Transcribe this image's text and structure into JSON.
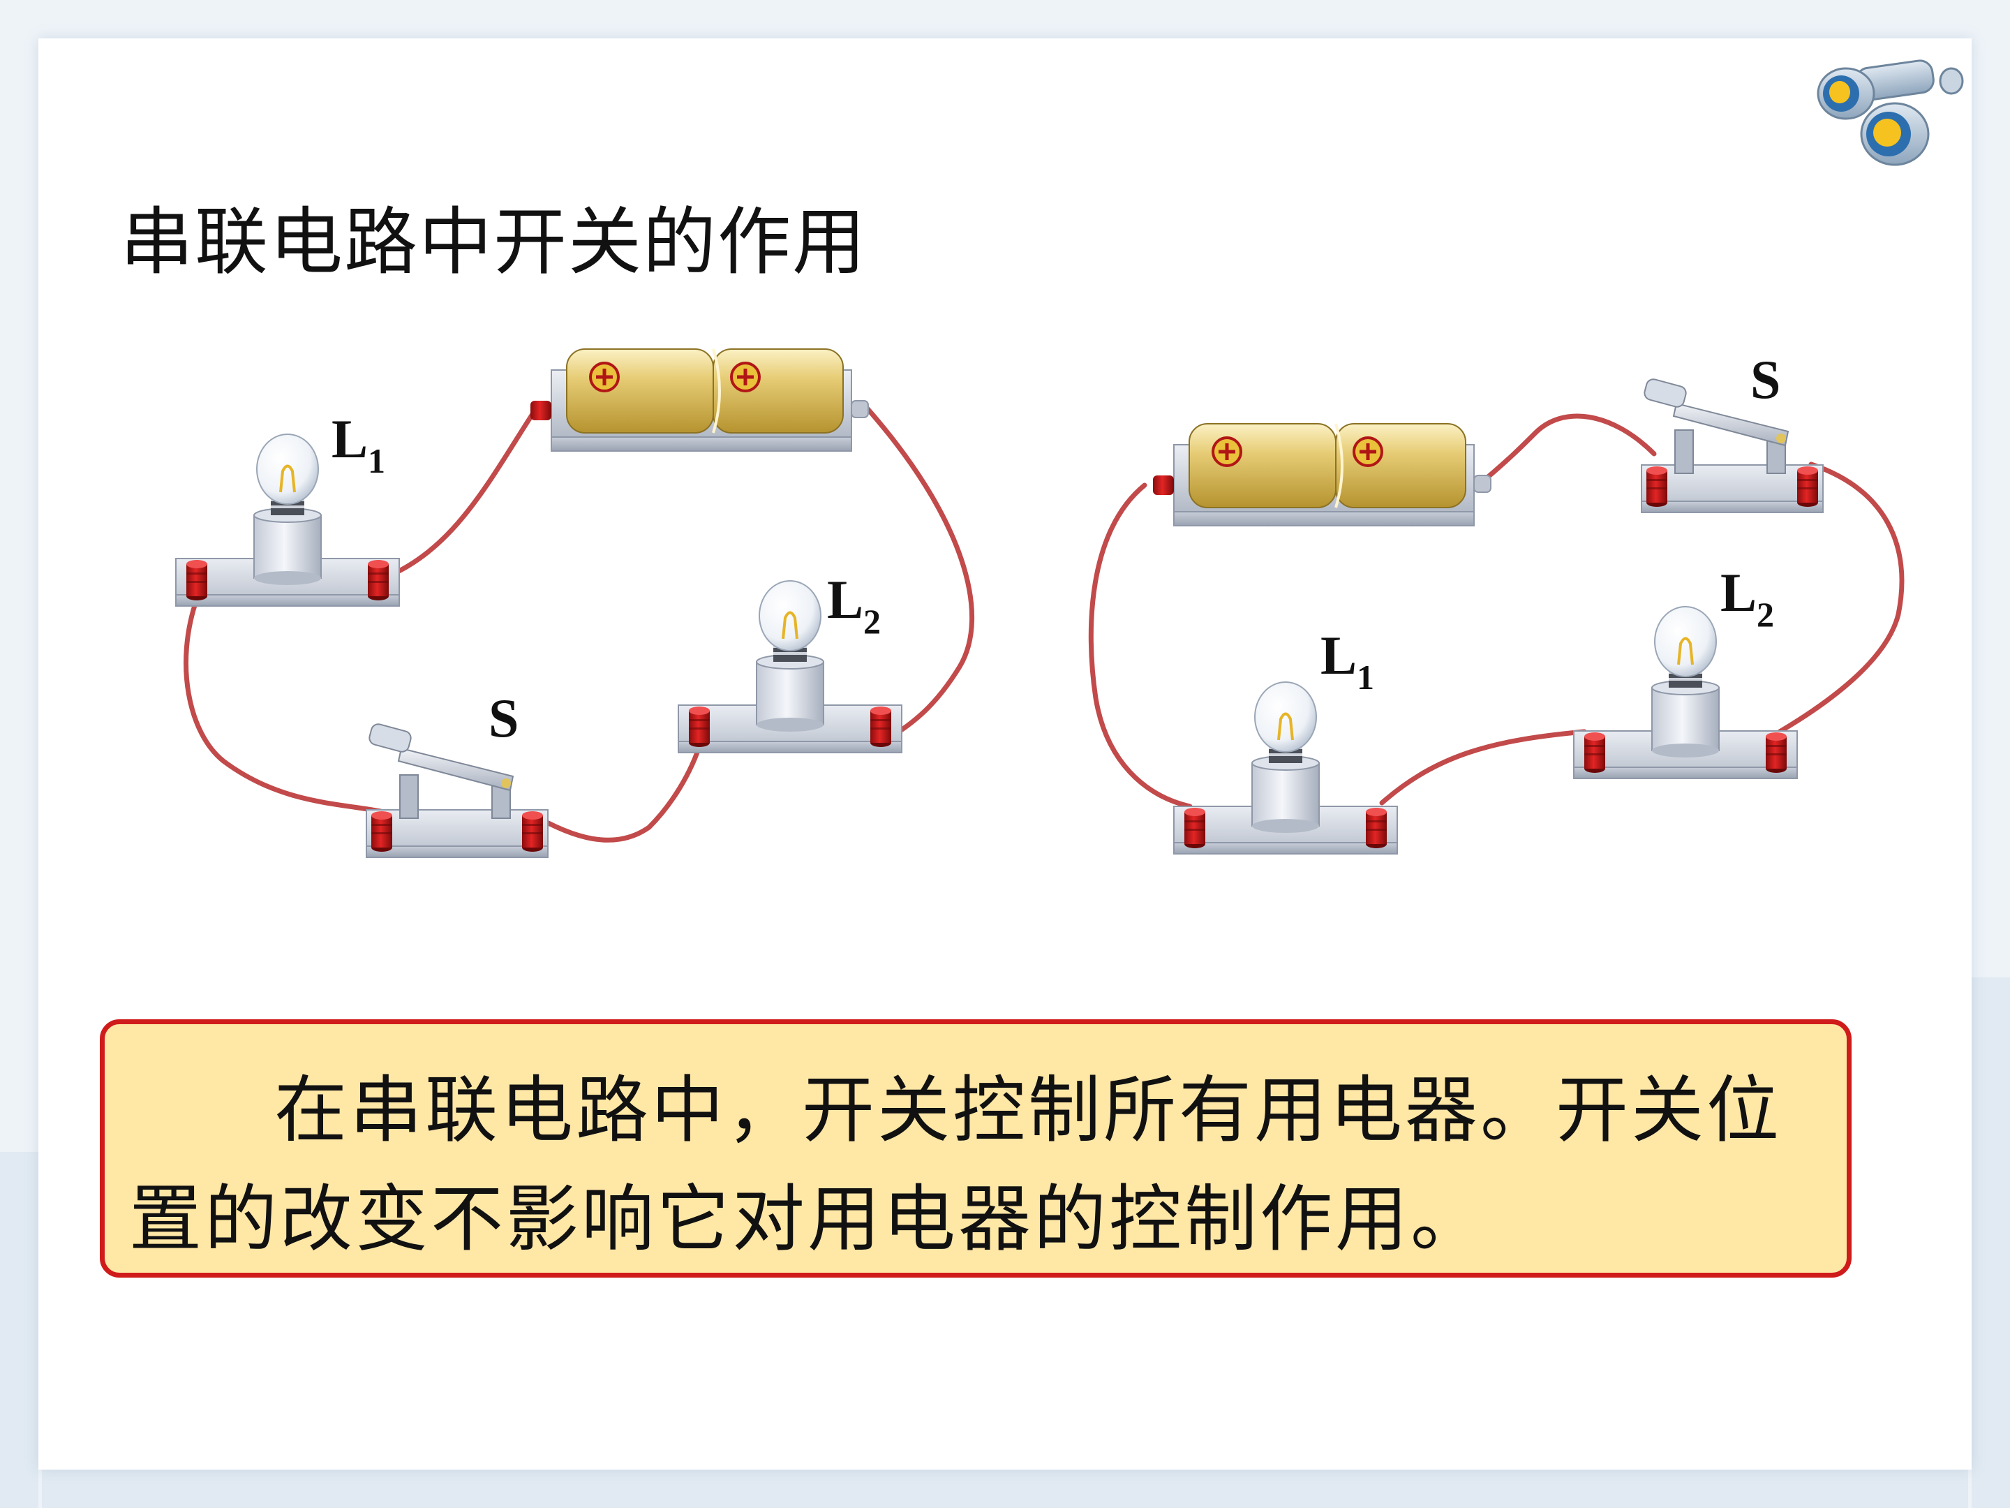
{
  "slide": {
    "title": "串联电路中开关的作用",
    "conclusion": "在串联电路中，开关控制所有用电器。开关位置的改变不影响它对用电器的控制作用。"
  },
  "circuit_left": {
    "lamp1_label": "L",
    "lamp1_sub": "1",
    "lamp2_label": "L",
    "lamp2_sub": "2",
    "switch_label": "S"
  },
  "circuit_right": {
    "lamp1_label": "L",
    "lamp1_sub": "1",
    "lamp2_label": "L",
    "lamp2_sub": "2",
    "switch_label": "S"
  },
  "colors": {
    "wire": "#c24a4a",
    "conclusion_fill": "#ffe7a6",
    "conclusion_border": "#d01b1b",
    "battery": "#d8bb55"
  },
  "icons": [
    "binoculars-icon"
  ]
}
